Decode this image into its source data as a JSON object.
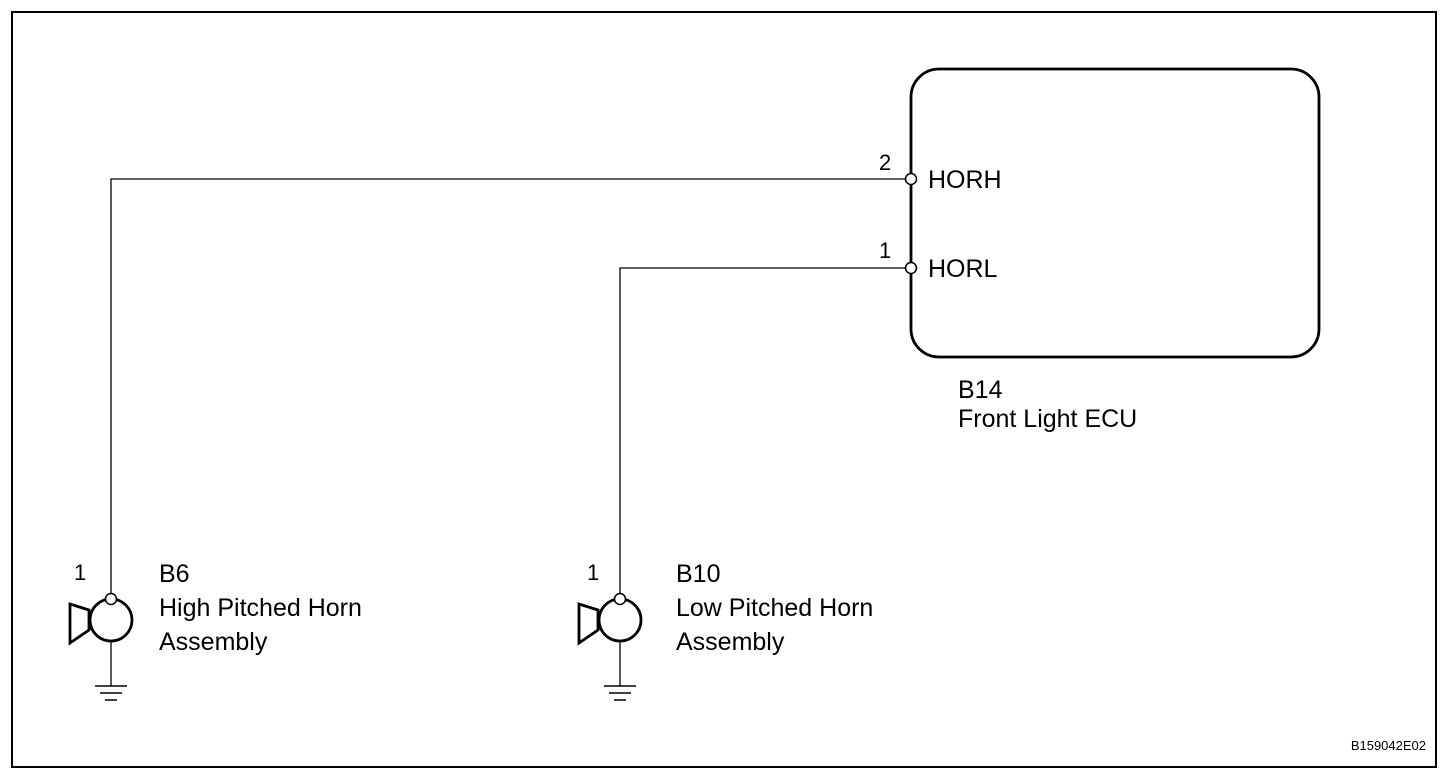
{
  "ecu": {
    "code": "B14",
    "name": "Front Light ECU",
    "terminals": [
      {
        "pin": "2",
        "label": "HORH"
      },
      {
        "pin": "1",
        "label": "HORL"
      }
    ]
  },
  "horns": [
    {
      "code": "B6",
      "name_line1": "High Pitched Horn",
      "name_line2": "Assembly",
      "pin": "1"
    },
    {
      "code": "B10",
      "name_line1": "Low Pitched Horn",
      "name_line2": "Assembly",
      "pin": "1"
    }
  ],
  "figure_ref": "B159042E02"
}
